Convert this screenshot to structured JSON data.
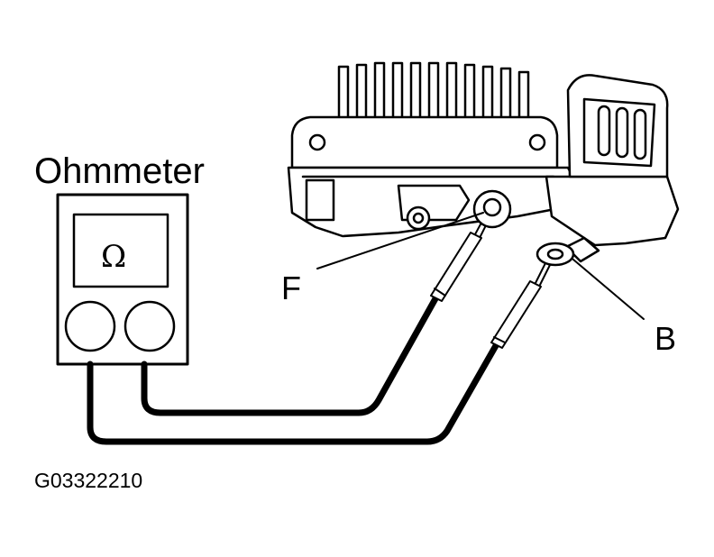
{
  "labels": {
    "meter": "Ohmmeter",
    "ohm_symbol": "Ω",
    "terminal_f": "F",
    "terminal_b": "B",
    "figure_code": "G03322210"
  },
  "colors": {
    "ink": "#000000",
    "paper": "#ffffff"
  }
}
